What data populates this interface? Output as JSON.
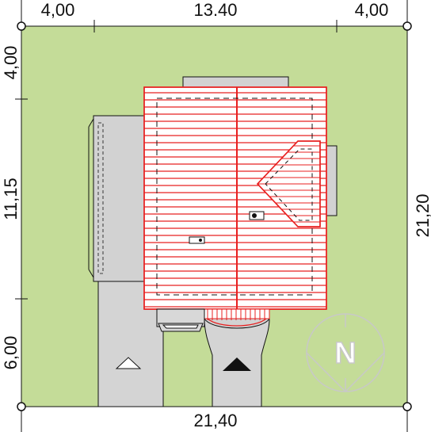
{
  "dimensions": {
    "top_left": "4,00",
    "top_middle": "13.40",
    "top_right": "4,00",
    "left_top": "4,00",
    "left_middle": "11,15",
    "left_bottom": "6,00",
    "right": "21,20",
    "bottom": "21,40"
  },
  "compass": {
    "letter": "N"
  },
  "colors": {
    "plot_green": "#c4dc98",
    "roof_red": "#e82020",
    "building_gray": "#d0d0d0",
    "outline": "#111111"
  }
}
